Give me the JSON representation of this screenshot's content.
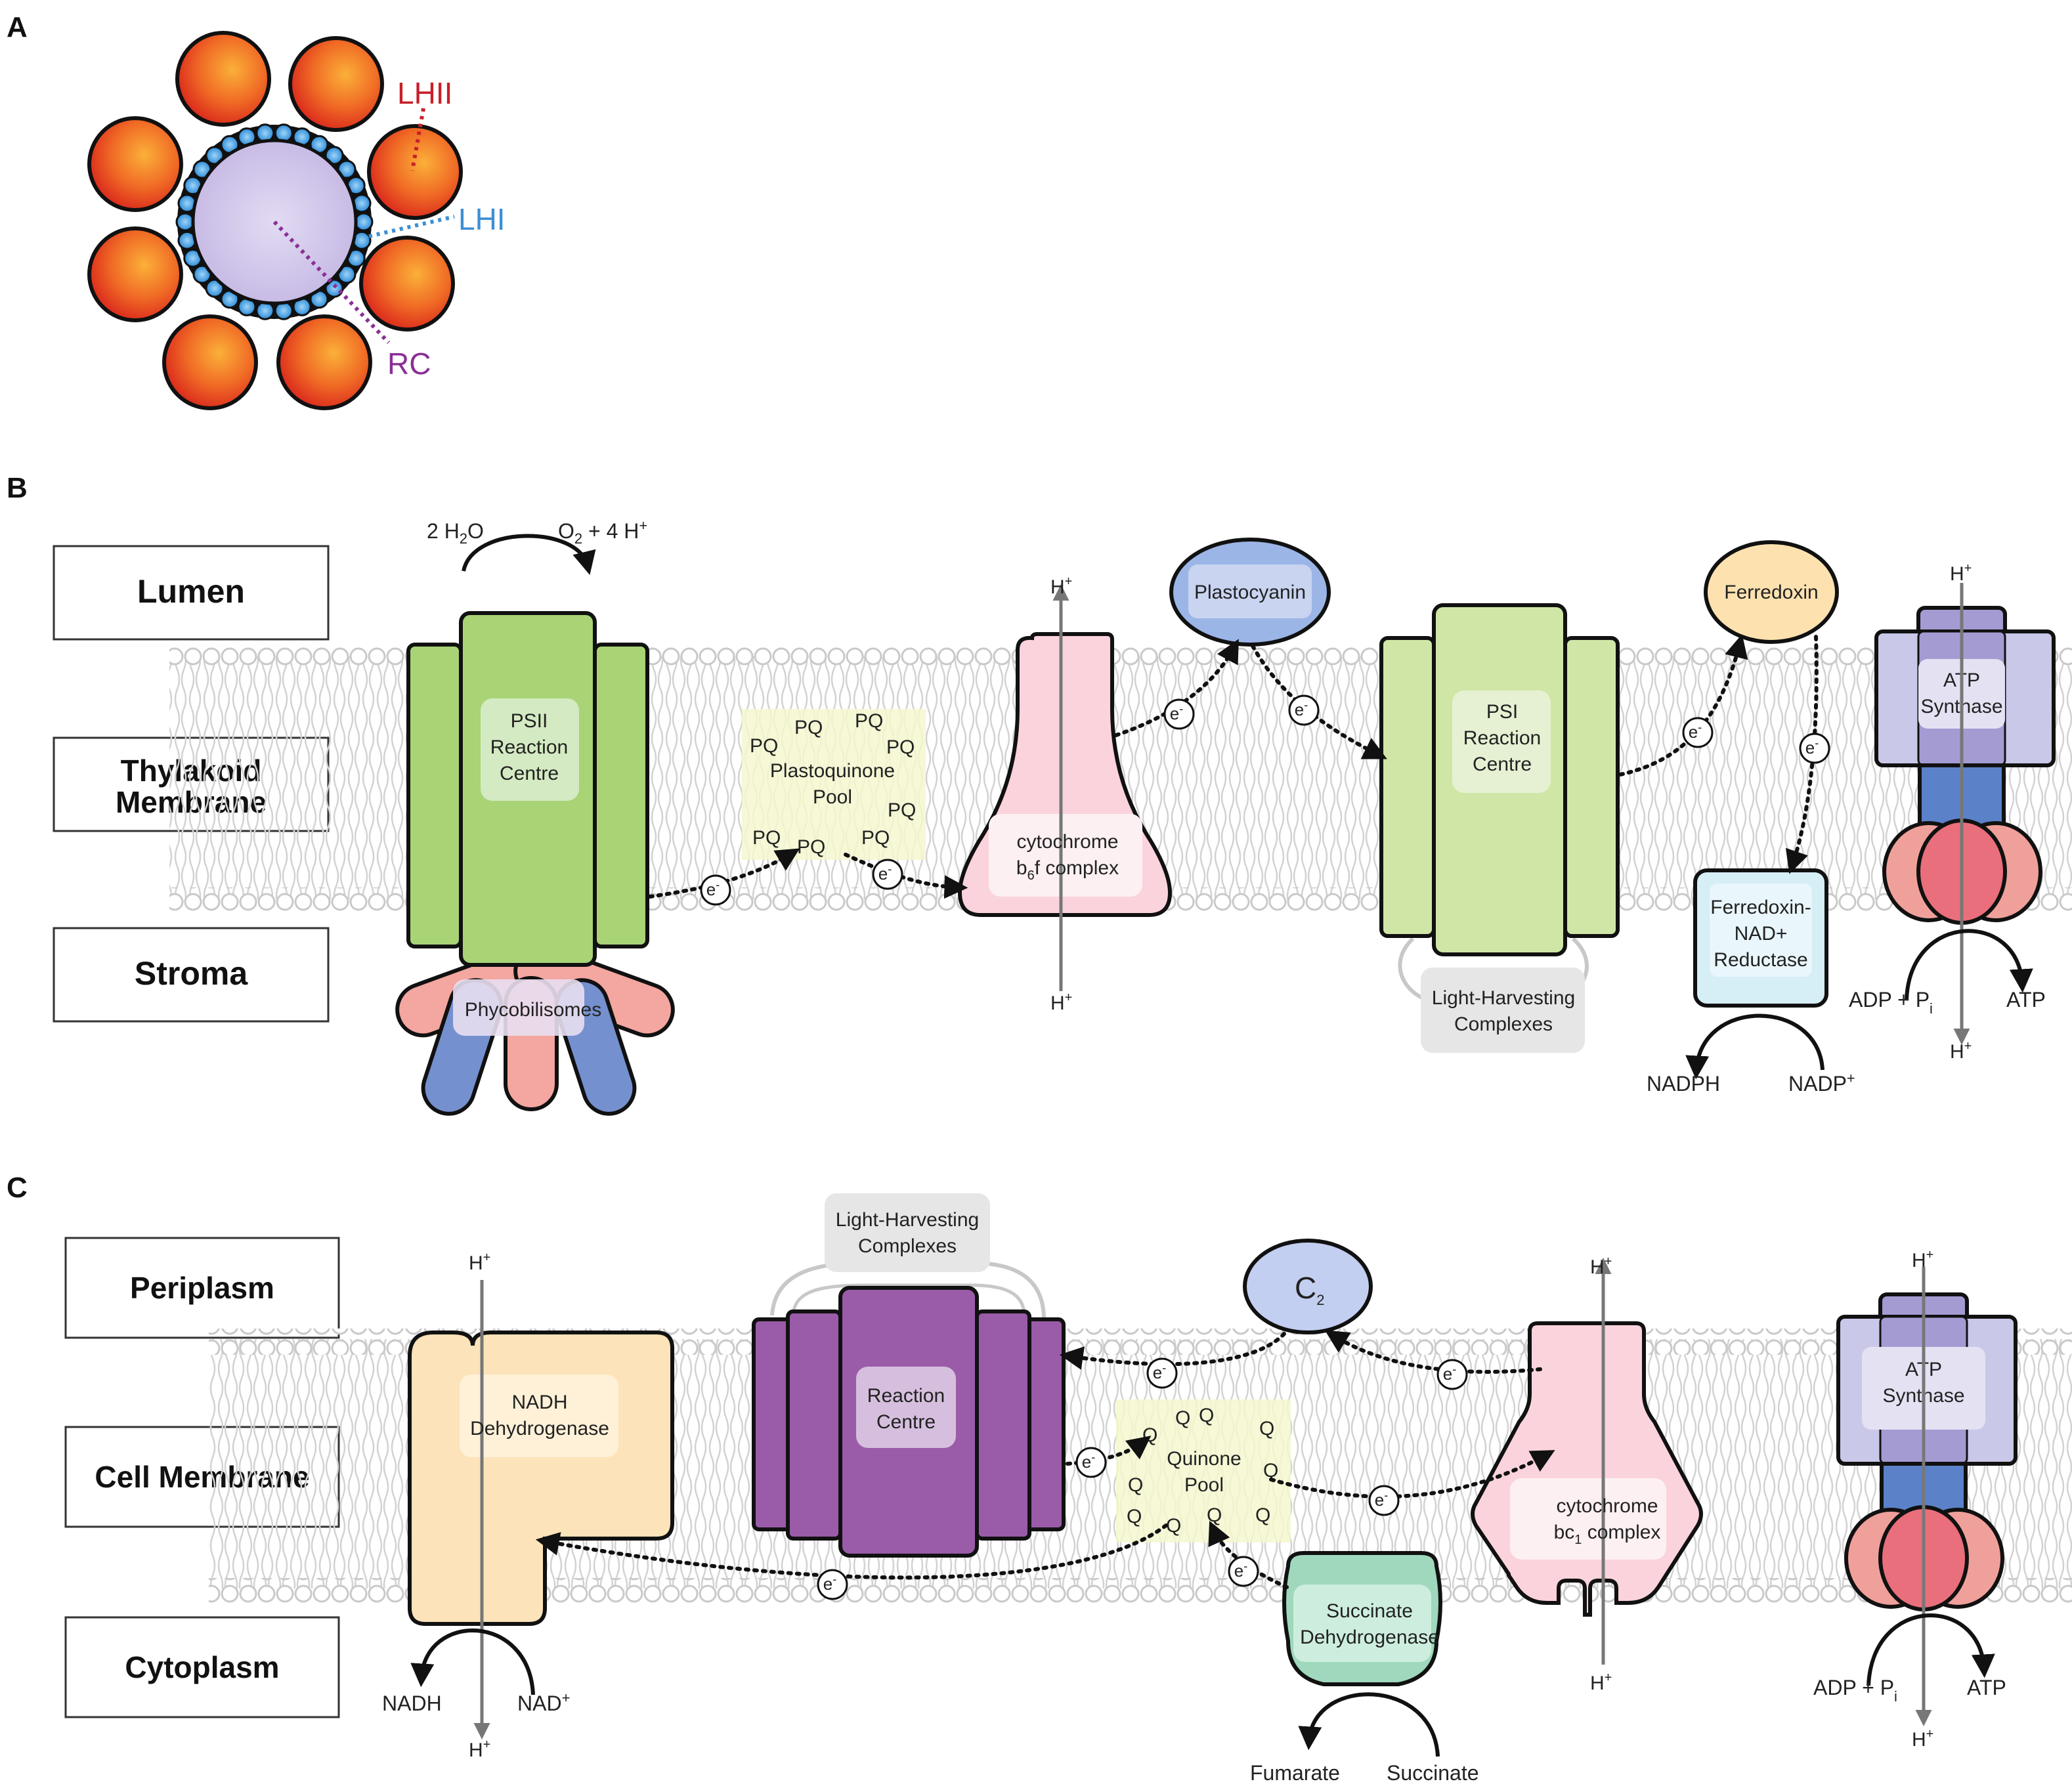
{
  "panels": {
    "a": "A",
    "b": "B",
    "c": "C"
  },
  "colors": {
    "lhii": "#c8202a",
    "lhi": "#3d8fd3",
    "rc": "#8a2f96",
    "psii_green": "#a8d476",
    "psi_green": "#d0e6a6",
    "cyt_pink": "#fbd3dc",
    "plastocyanin": "#9bb5e6",
    "ferredoxin": "#fde2b0",
    "fnr": "#d6eef6",
    "atp_violet": "#c9c8e8",
    "atp_blue": "#5b82c8",
    "atp_red": "#f08f8f",
    "purple_rc": "#9a5ba8",
    "nadh_dh": "#fde3b9",
    "sdh": "#9fd8bc",
    "pool": "#f4f7cf",
    "membrane": "#cfcfcf"
  },
  "icons": [
    "lipid-bilayer",
    "electron-carrier-circle",
    "curved-arrow",
    "proton-arrow"
  ],
  "panel_a": {
    "lhii_label": "LHII",
    "lhi_label": "LHI",
    "rc_label": "RC"
  },
  "panel_b": {
    "side_labels": {
      "top": "Lumen",
      "middle_line1": "Thylakoid",
      "middle_line2": "Membrane",
      "bottom": "Stroma"
    },
    "water_in": {
      "prefix": "2 H",
      "sub": "2",
      "suffix": "O"
    },
    "water_out": {
      "prefix": "O",
      "sub": "2",
      "suffix": " + 4 H",
      "sup": "+"
    },
    "psii": {
      "line1": "PSII",
      "line2": "Reaction",
      "line3": "Centre"
    },
    "phycobilisomes": "Phycobilisomes",
    "pool": {
      "line1": "Plastoquinone",
      "line2": "Pool",
      "token": "PQ"
    },
    "cytb6f": {
      "line1": "cytochrome",
      "line2_prefix": "b",
      "line2_sub": "6",
      "line2_suffix": "f complex"
    },
    "plastocyanin": "Plastocyanin",
    "psi": {
      "line1": "PSI",
      "line2": "Reaction",
      "line3": "Centre"
    },
    "lhc": {
      "line1": "Light-Harvesting",
      "line2": "Complexes"
    },
    "ferredoxin": "Ferredoxin",
    "fnr": {
      "line1": "Ferredoxin-",
      "line2": "NAD+",
      "line3": "Reductase"
    },
    "nadph": "NADPH",
    "nadp": {
      "text": "NADP",
      "sup": "+"
    },
    "atp_synthase": {
      "line1": "ATP",
      "line2": "Synthase"
    },
    "adp": {
      "text": "ADP + P",
      "sub": "i"
    },
    "atp": "ATP",
    "proton": {
      "text": "H",
      "sup": "+"
    },
    "electron": {
      "text": "e",
      "sup": "-"
    }
  },
  "panel_c": {
    "side_labels": {
      "top": "Periplasm",
      "middle": "Cell Membrane",
      "bottom": "Cytoplasm"
    },
    "nadh_dh": {
      "line1": "NADH",
      "line2": "Dehydrogenase"
    },
    "nadh": "NADH",
    "nad": {
      "text": "NAD",
      "sup": "+"
    },
    "lhc": {
      "line1": "Light-Harvesting",
      "line2": "Complexes"
    },
    "rc": {
      "line1": "Reaction",
      "line2": "Centre"
    },
    "c2": {
      "text": "C",
      "sub": "2"
    },
    "pool": {
      "line1": "Quinone",
      "line2": "Pool",
      "token": "Q"
    },
    "sdh": {
      "line1": "Succinate",
      "line2": "Dehydrogenase"
    },
    "fumarate": "Fumarate",
    "succinate": "Succinate",
    "cytbc1": {
      "line1": "cytochrome",
      "line2_prefix": "bc",
      "line2_sub": "1",
      "line2_suffix": " complex"
    },
    "atp_synthase": {
      "line1": "ATP",
      "line2": "Synthase"
    },
    "adp": {
      "text": "ADP + P",
      "sub": "i"
    },
    "atp": "ATP",
    "proton": {
      "text": "H",
      "sup": "+"
    },
    "electron": {
      "text": "e",
      "sup": "-"
    }
  }
}
